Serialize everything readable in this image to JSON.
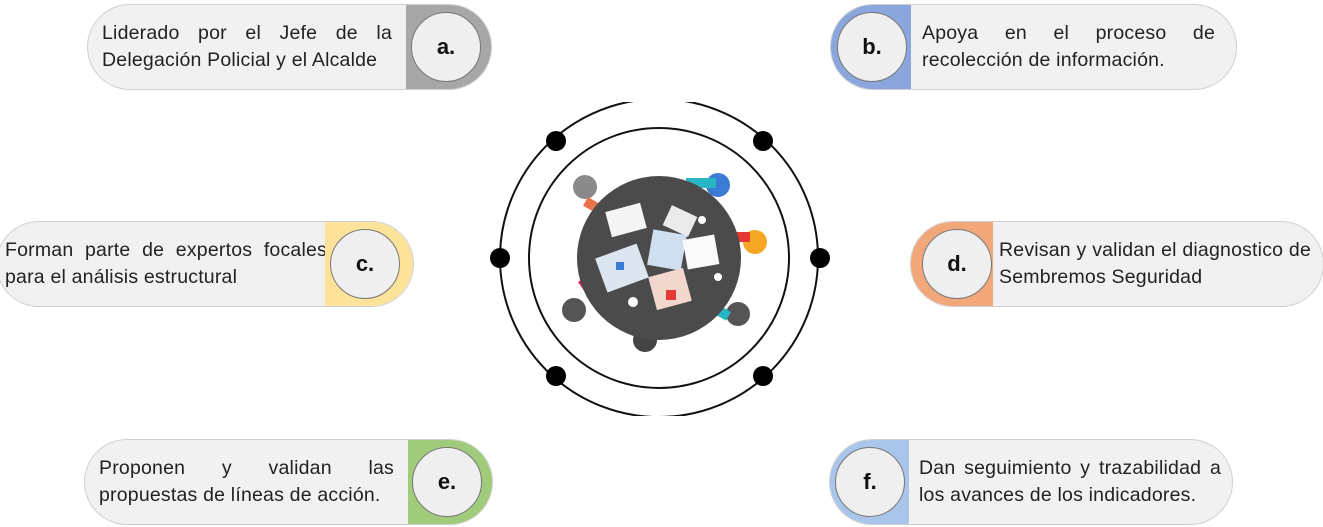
{
  "items": [
    {
      "letter": "a.",
      "text": "Liderado por el Jefe de la Delegación Policial y el Alcalde",
      "color": "#a7a7a7"
    },
    {
      "letter": "b.",
      "text": "Apoya en el proceso de recolección de información.",
      "color": "#8aa6dc"
    },
    {
      "letter": "c.",
      "text": "Forman parte de expertos focales para el análisis estructural",
      "color": "#fde39a"
    },
    {
      "letter": "d.",
      "text": "Revisan y validan el diagnostico de Sembremos Seguridad",
      "color": "#f2a77b"
    },
    {
      "letter": "e.",
      "text": "Proponen y validan las propuestas de líneas de acción.",
      "color": "#9fcb7a"
    },
    {
      "letter": "f.",
      "text": "Dan seguimiento y trazabilidad a los avances de los indicadores.",
      "color": "#a9c6ea"
    }
  ],
  "center": {
    "icon": "meeting-table-illustration"
  }
}
